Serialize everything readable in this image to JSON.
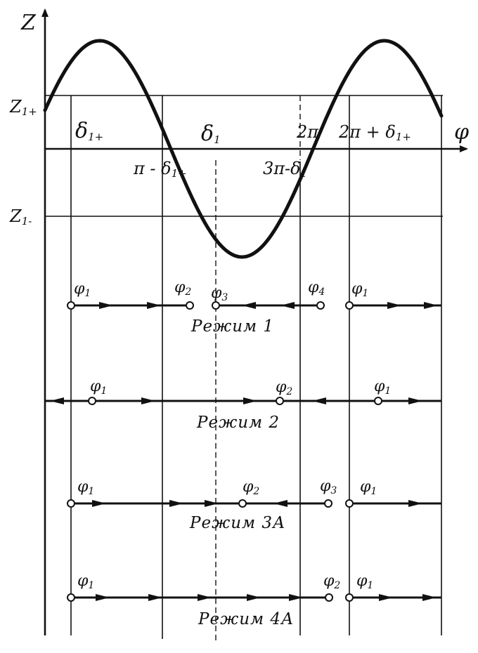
{
  "axes": {
    "y_label": "Z",
    "x_label": "φ"
  },
  "levels": {
    "upper": "Z",
    "upper_sub": "1+",
    "lower": "Z",
    "lower_sub": "1-"
  },
  "curve_labels": {
    "d1p": "δ",
    "d1p_sub": "1+",
    "pi_minus": "π - δ",
    "pi_minus_sub": "1+",
    "d1": "δ",
    "d1_sub": "1",
    "two_pi": "2π",
    "three_pi": "3π-δ",
    "three_pi_sub": "1",
    "two_pi_plus": "2π + δ",
    "two_pi_plus_sub": "1+"
  },
  "modes": [
    {
      "title": "Режим 1",
      "points": [
        {
          "name": "φ",
          "sub": "1"
        },
        {
          "name": "φ",
          "sub": "2"
        },
        {
          "name": "φ",
          "sub": "3"
        },
        {
          "name": "φ",
          "sub": "4"
        },
        {
          "name": "φ",
          "sub": "1"
        }
      ]
    },
    {
      "title": "Режим 2",
      "points": [
        {
          "name": "φ",
          "sub": "1"
        },
        {
          "name": "φ",
          "sub": "2"
        },
        {
          "name": "φ",
          "sub": "1"
        }
      ]
    },
    {
      "title": "Режим 3А",
      "points": [
        {
          "name": "φ",
          "sub": "1"
        },
        {
          "name": "φ",
          "sub": "2"
        },
        {
          "name": "φ",
          "sub": "3"
        },
        {
          "name": "φ",
          "sub": "1"
        }
      ]
    },
    {
      "title": "Режим 4А",
      "points": [
        {
          "name": "φ",
          "sub": "1"
        },
        {
          "name": "φ",
          "sub": "2"
        },
        {
          "name": "φ",
          "sub": "1"
        }
      ]
    }
  ]
}
